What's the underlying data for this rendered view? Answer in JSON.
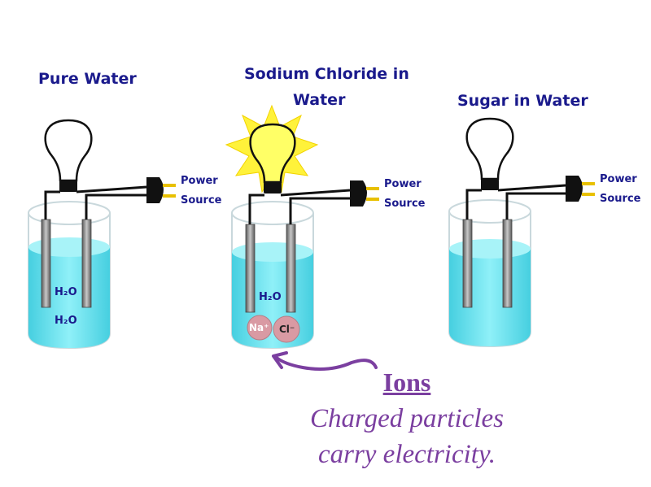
{
  "titles": {
    "pure_water": "Pure Water",
    "nacl_line1": "Sodium Chloride  in",
    "nacl_line2": "Water",
    "sugar_water": "Sugar in Water"
  },
  "power_source": {
    "line1": "Power",
    "line2": "Source"
  },
  "molecules": {
    "water": "H₂O",
    "sodium": "Na⁺",
    "chloride": "Cl⁻"
  },
  "caption": {
    "heading": "Ions",
    "line1": "Charged particles",
    "line2": "carry electricity."
  },
  "colors": {
    "label_text": "#1a1a8c",
    "water": "#4fd8e6",
    "glow": "#fff23a",
    "caption": "#7b3fa0",
    "electrode": "#8a8a8a"
  }
}
